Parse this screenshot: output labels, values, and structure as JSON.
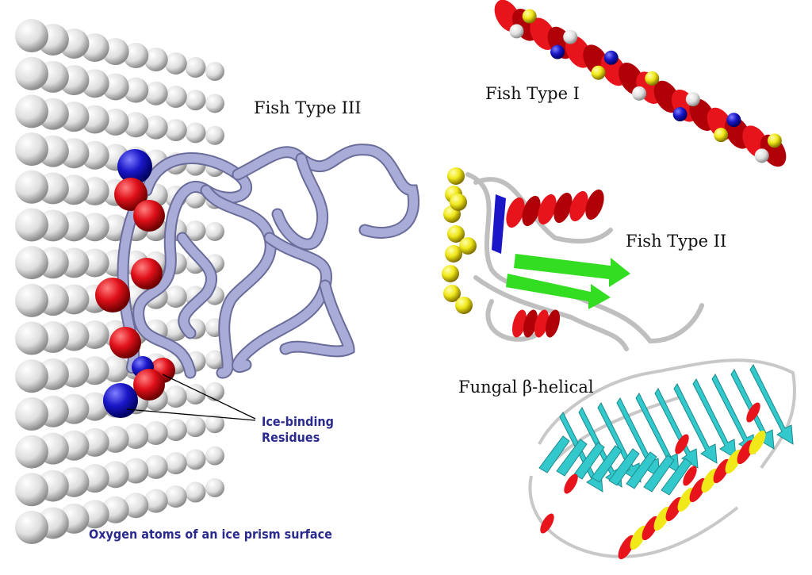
{
  "labels": {
    "fish_type_3": "Fish Type III",
    "fish_type_1": "Fish Type I",
    "fish_type_2": "Fish Type II",
    "fungal": "Fungal β-helical",
    "ice_binding_line1": "Ice-binding",
    "ice_binding_line2": "Residues",
    "ice_surface": "Oxygen atoms of an ice prism surface"
  },
  "colors": {
    "label_blue": "#2a2a8e",
    "tube_lavender": "#a9acd6",
    "oxygen_red": "#e0101a",
    "nitrogen_blue": "#1a17c8",
    "helix_red": "#e8141c",
    "strand_green": "#33dd22",
    "strand_cyan": "#33c8cc",
    "sulfur_yellow": "#f0e818"
  }
}
